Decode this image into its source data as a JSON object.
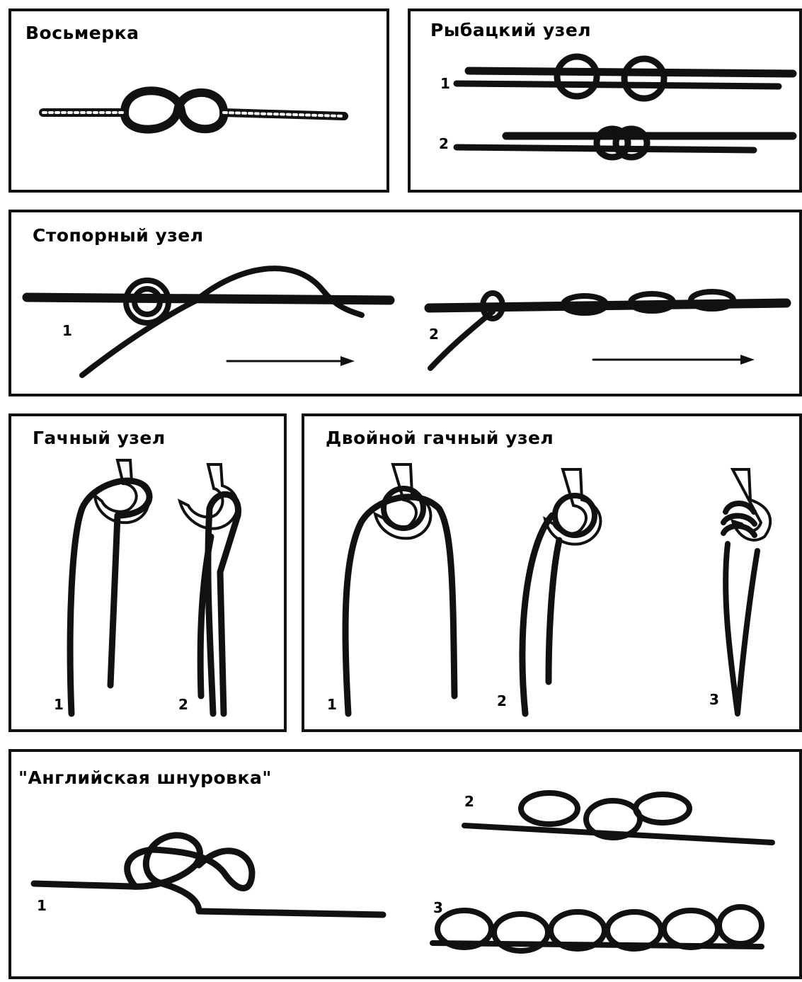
{
  "panels": {
    "figure_eight": {
      "title": "Восьмерка"
    },
    "fisherman": {
      "title": "Рыбацкий узел",
      "steps": [
        "1",
        "2"
      ]
    },
    "stopper": {
      "title": "Стопорный узел",
      "steps": [
        "1",
        "2"
      ]
    },
    "hitch": {
      "title": "Гачный узел",
      "steps": [
        "1",
        "2"
      ]
    },
    "double_hitch": {
      "title": "Двойной гачный узел",
      "steps": [
        "1",
        "2",
        "3"
      ]
    },
    "english_lacing": {
      "title": "\"Английская шнуровка\"",
      "steps": [
        "1",
        "2",
        "3"
      ]
    }
  },
  "colors": {
    "ink": "#111111",
    "paper": "#ffffff"
  }
}
